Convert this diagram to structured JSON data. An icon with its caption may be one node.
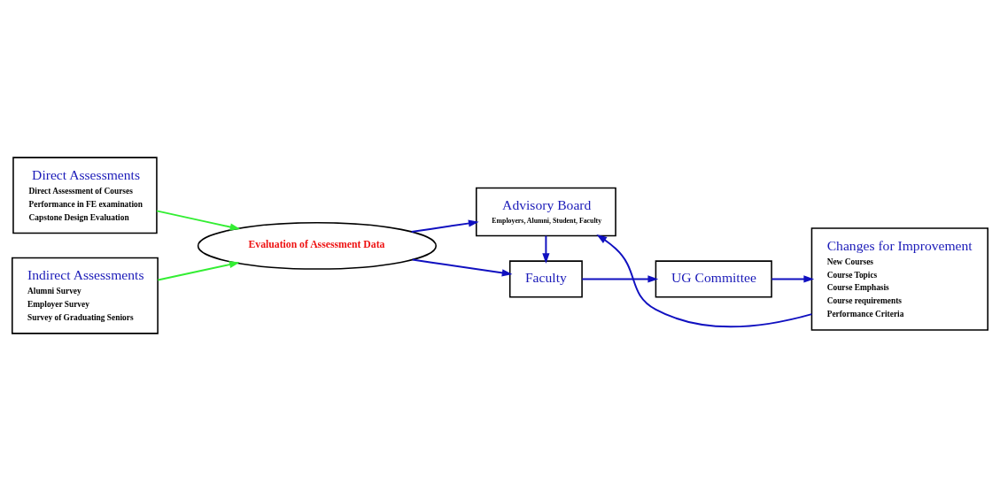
{
  "diagram": {
    "nodes": [
      {
        "text": [
          "Direct Assessments",
          "Direct Assessment of Courses",
          "Performance in FE examination",
          "Capstone Design Evaluation"
        ]
      },
      {
        "text": [
          "Indirect Assessments",
          "Alumni Survey",
          "Employer Survey",
          "Survey of Graduating Seniors"
        ]
      },
      {
        "text": [
          "Evaluation of Assessment Data"
        ]
      },
      {
        "text": [
          "Faculty"
        ]
      },
      {
        "text": [
          "UG Committee"
        ]
      },
      {
        "text": [
          "Changes for Improvement",
          "New Courses",
          "Course Topics",
          "Course Emphasis",
          "Course requirements",
          "Performance Criteria"
        ]
      },
      {
        "text": [
          "Advisory Board",
          "Employers, Alumni, Student, Faculty"
        ]
      }
    ],
    "edges": [
      {
        "from": 0,
        "to": 2,
        "arrow": "to",
        "color": "#33ee33"
      },
      {
        "from": 1,
        "to": 2,
        "arrow": "to",
        "color": "#33ee33"
      },
      {
        "from": 2,
        "to": 3,
        "arrow": "to"
      },
      {
        "from": 2,
        "to": 6,
        "arrow": "to"
      },
      {
        "from": 6,
        "to": 3,
        "arrow": "to"
      },
      {
        "from": 3,
        "to": 4,
        "arrow": "to"
      },
      {
        "from": 4,
        "to": 5,
        "arrow": "to"
      },
      {
        "from": 5,
        "to": 6,
        "arrow": "to"
      }
    ]
  }
}
